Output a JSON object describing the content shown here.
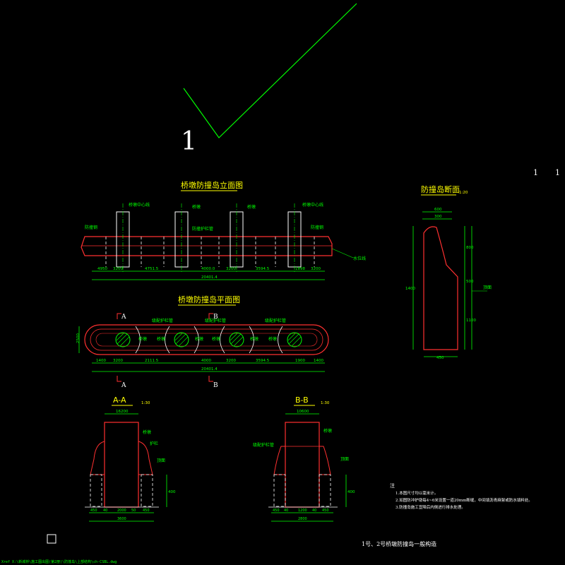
{
  "sheet": {
    "big_number": "1",
    "corner_marks": [
      "1",
      "1"
    ],
    "drawing_title": "1号、2号桥墩防撞岛一般构造",
    "file_path": "Xref X:\\新城桥\\施工图出图(第2册)\\防撞岛\\上部结构\\ch-CSBL.dwg"
  },
  "elevation": {
    "title": "桥墩防撞岛立面图",
    "labels": {
      "pier_center": "桥墩中心线",
      "pier": "桥墩",
      "anticollision_steel": "防撞钢",
      "recycled_pipe": "防撞护栏管",
      "water_level": "水位线"
    },
    "dims_bottom": [
      "4950",
      "3200",
      "4751.5",
      "4000.0",
      "3200",
      "3594.5",
      "1898",
      "3200"
    ],
    "dim_total": "20401.4"
  },
  "plan": {
    "title": "桥墩防撞岛平面图",
    "section_marks": [
      "A",
      "A",
      "B",
      "B"
    ],
    "labels": {
      "recycled_pipe": "级配护栏管",
      "pier": "桥墩"
    },
    "dims_bottom": [
      "1400",
      "3200",
      "2111.5",
      "4000",
      "3200",
      "3594.5",
      "1900",
      "1400"
    ],
    "dim_total": "20401.4",
    "dim_height": "2500"
  },
  "section_view": {
    "title": "防撞岛断面",
    "scale": "1:20",
    "dims_top": [
      "600",
      "300"
    ],
    "dims_right": [
      "800",
      "500",
      "1100"
    ],
    "dim_left": "1400",
    "dim_bottom": "450",
    "label_face": "顶面"
  },
  "section_aa": {
    "title": "A-A",
    "scale": "1:30",
    "dim_top": "16200",
    "labels": {
      "pier": "桥墩",
      "guard": "护栏",
      "face": "顶面"
    },
    "dims_bottom": [
      "450",
      "40",
      "2000",
      "50",
      "450"
    ],
    "dim_total": "3600",
    "dim_height": "400"
  },
  "section_bb": {
    "title": "B-B",
    "scale": "1:30",
    "dim_top": "10600",
    "labels": {
      "pier": "桥墩",
      "recycled_pipe": "级配护栏管",
      "face": "顶面"
    },
    "dims_bottom": [
      "450",
      "40",
      "1200",
      "40",
      "450"
    ],
    "dim_total": "2800",
    "dim_height": "400"
  },
  "notes": {
    "heading": "注",
    "items": [
      "1.本图尺寸均以毫米计。",
      "2.如图防冲护墩每4~6米设置一道20mm断缝，中间填沥青麻絮或防水填料处。",
      "3.防撞岛施工宜降后内侧进行排水处理。"
    ]
  }
}
